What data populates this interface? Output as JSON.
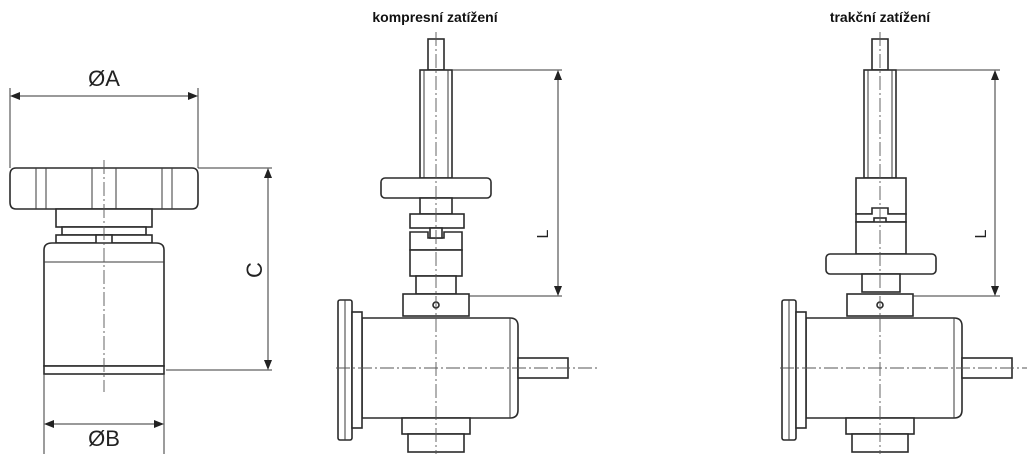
{
  "labels": {
    "diameter_a": "ØA",
    "diameter_b": "ØB",
    "height_c": "C",
    "length_compression": "L",
    "length_traction": "L"
  },
  "titles": {
    "compression": "kompresní zatížení",
    "traction": "trakční zatížení"
  }
}
